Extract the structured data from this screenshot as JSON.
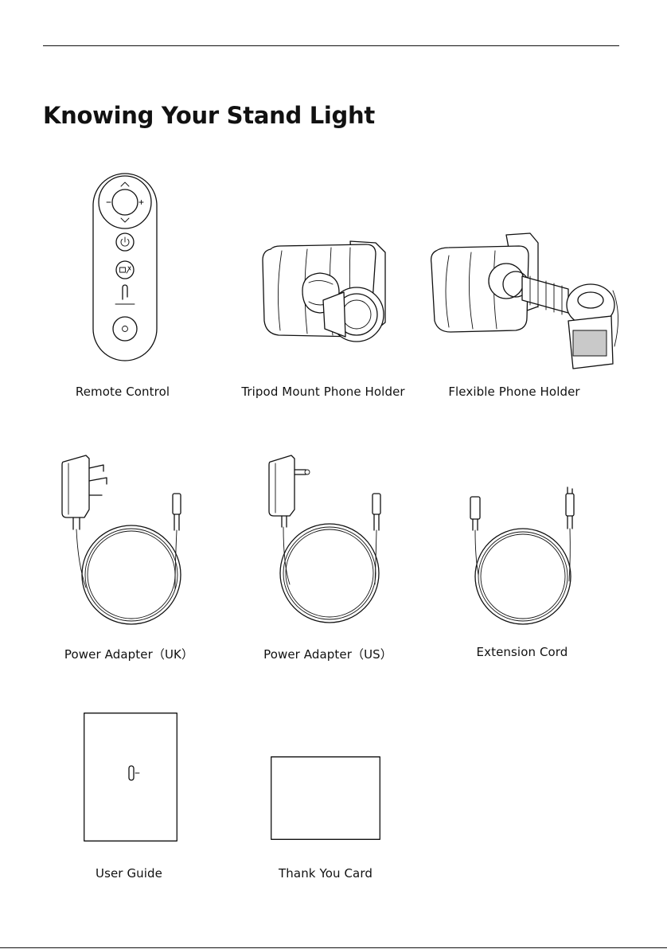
{
  "page": {
    "title": "Knowing Your Stand Light"
  },
  "items": [
    {
      "label": "Remote Control"
    },
    {
      "label": "Tripod Mount Phone Holder"
    },
    {
      "label": "Flexible Phone Holder"
    },
    {
      "label": "Power Adapter（UK）"
    },
    {
      "label": "Power Adapter（US）"
    },
    {
      "label": "Extension Cord"
    },
    {
      "label": "User Guide"
    },
    {
      "label": "Thank You Card"
    }
  ],
  "icons": {
    "remote_control": "remote-control-illustration",
    "tripod_holder": "tripod-mount-phone-holder-illustration",
    "flexible_holder": "flexible-phone-holder-illustration",
    "adapter_uk": "power-adapter-uk-illustration",
    "adapter_us": "power-adapter-us-illustration",
    "extension_cord": "extension-cord-illustration",
    "user_guide": "user-guide-booklet-illustration",
    "thank_you_card": "thank-you-card-illustration"
  }
}
